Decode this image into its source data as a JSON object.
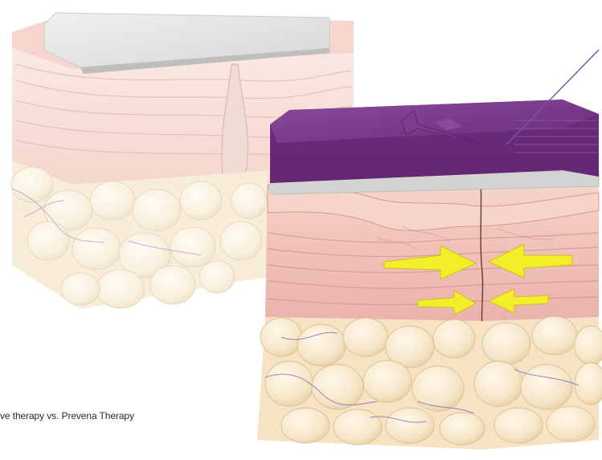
{
  "caption": {
    "text": "ve therapy vs. Prevena Therapy"
  },
  "illustration": {
    "left_block": "skin cross-section with incision under standard dressing",
    "right_block": "skin cross-section under purple foam dressing with arrows showing incision closure",
    "icons": [
      "dressing-film-icon",
      "foam-dressing-icon",
      "compression-arrow-icon",
      "pointer-line-icon"
    ]
  },
  "colors": {
    "foam": "#6e2f7e",
    "arrows": "#f2ee2a",
    "skin": "#f4c6bd",
    "fat": "#f7ead0",
    "vessels": "#8a6fb5",
    "pointer": "#6a55b8"
  }
}
